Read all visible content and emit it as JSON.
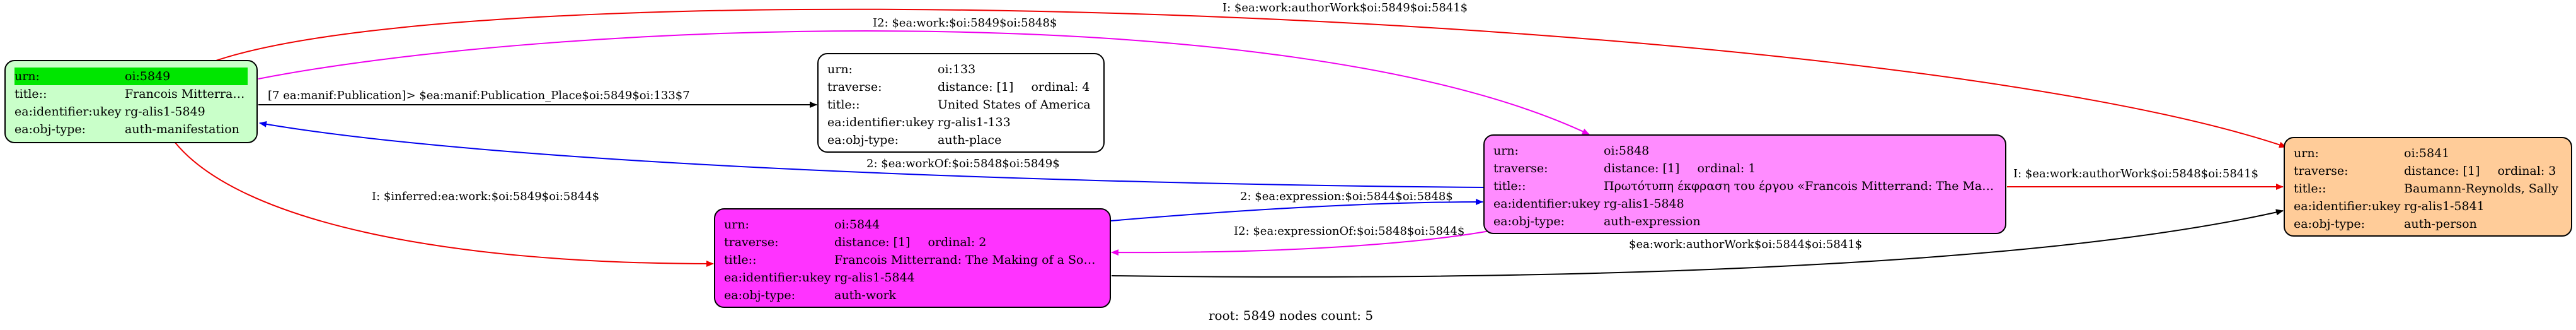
{
  "colors": {
    "node_5849": "#c9ffc9",
    "node_5849_highlight": "#00e600",
    "node_133": "#ffffff",
    "node_5848": "#ff8cff",
    "node_5844": "#ff33ff",
    "node_5841": "#ffcc99",
    "edge_red": "#ee0000",
    "edge_magenta": "#ee00ee",
    "edge_blue": "#0000ee",
    "edge_black": "#000000"
  },
  "nodes": {
    "n5849": {
      "rows": [
        {
          "k": "urn:",
          "v": "oi:5849"
        },
        {
          "k": "title::",
          "v": "Francois Mitterrand"
        },
        {
          "k": "ea:identifier:ukey",
          "v": "rg-alis1-5849"
        },
        {
          "k": "ea:obj-type:",
          "v": "auth-manifestation"
        }
      ]
    },
    "n133": {
      "rows": [
        {
          "k": "urn:",
          "v": "oi:133"
        },
        {
          "k": "traverse:",
          "v": "distance: [1]",
          "ord": "ordinal: 4"
        },
        {
          "k": "title::",
          "v": "United States of America"
        },
        {
          "k": "ea:identifier:ukey",
          "v": "rg-alis1-133"
        },
        {
          "k": "ea:obj-type:",
          "v": "auth-place"
        }
      ]
    },
    "n5848": {
      "rows": [
        {
          "k": "urn:",
          "v": "oi:5848"
        },
        {
          "k": "traverse:",
          "v": "distance: [1]",
          "ord": "ordinal: 1"
        },
        {
          "k": "title::",
          "v": "Πρωτότυπη έκφραση του έργου «Francois Mitterrand: The Maki..."
        },
        {
          "k": "ea:identifier:ukey",
          "v": "rg-alis1-5848"
        },
        {
          "k": "ea:obj-type:",
          "v": "auth-expression"
        }
      ]
    },
    "n5844": {
      "rows": [
        {
          "k": "urn:",
          "v": "oi:5844"
        },
        {
          "k": "traverse:",
          "v": "distance: [1]",
          "ord": "ordinal: 2"
        },
        {
          "k": "title::",
          "v": "Francois Mitterrand: The Making of a Socialist Prince in R..."
        },
        {
          "k": "ea:identifier:ukey",
          "v": "rg-alis1-5844"
        },
        {
          "k": "ea:obj-type:",
          "v": "auth-work"
        }
      ]
    },
    "n5841": {
      "rows": [
        {
          "k": "urn:",
          "v": "oi:5841"
        },
        {
          "k": "traverse:",
          "v": "distance: [1]",
          "ord": "ordinal: 3"
        },
        {
          "k": "title::",
          "v": "Baumann-Reynolds, Sally"
        },
        {
          "k": "ea:identifier:ukey",
          "v": "rg-alis1-5841"
        },
        {
          "k": "ea:obj-type:",
          "v": "auth-person"
        }
      ]
    }
  },
  "edges": {
    "e1": "I: $ea:work:authorWork$oi:5849$oi:5841$",
    "e2": "I2: $ea:work:$oi:5849$oi:5848$",
    "e3": "[7 ea:manif:Publication]> $ea:manif:Publication_Place$oi:5849$oi:133$7",
    "e4": "2: $ea:workOf:$oi:5848$oi:5849$",
    "e5": "I: $inferred:ea:work:$oi:5849$oi:5844$",
    "e6": "2: $ea:expression:$oi:5844$oi:5848$",
    "e7": "I2: $ea:expressionOf:$oi:5848$oi:5844$",
    "e8": "I: $ea:work:authorWork$oi:5848$oi:5841$",
    "e9": "$ea:work:authorWork$oi:5844$oi:5841$"
  },
  "footer": "root: 5849 nodes count: 5"
}
